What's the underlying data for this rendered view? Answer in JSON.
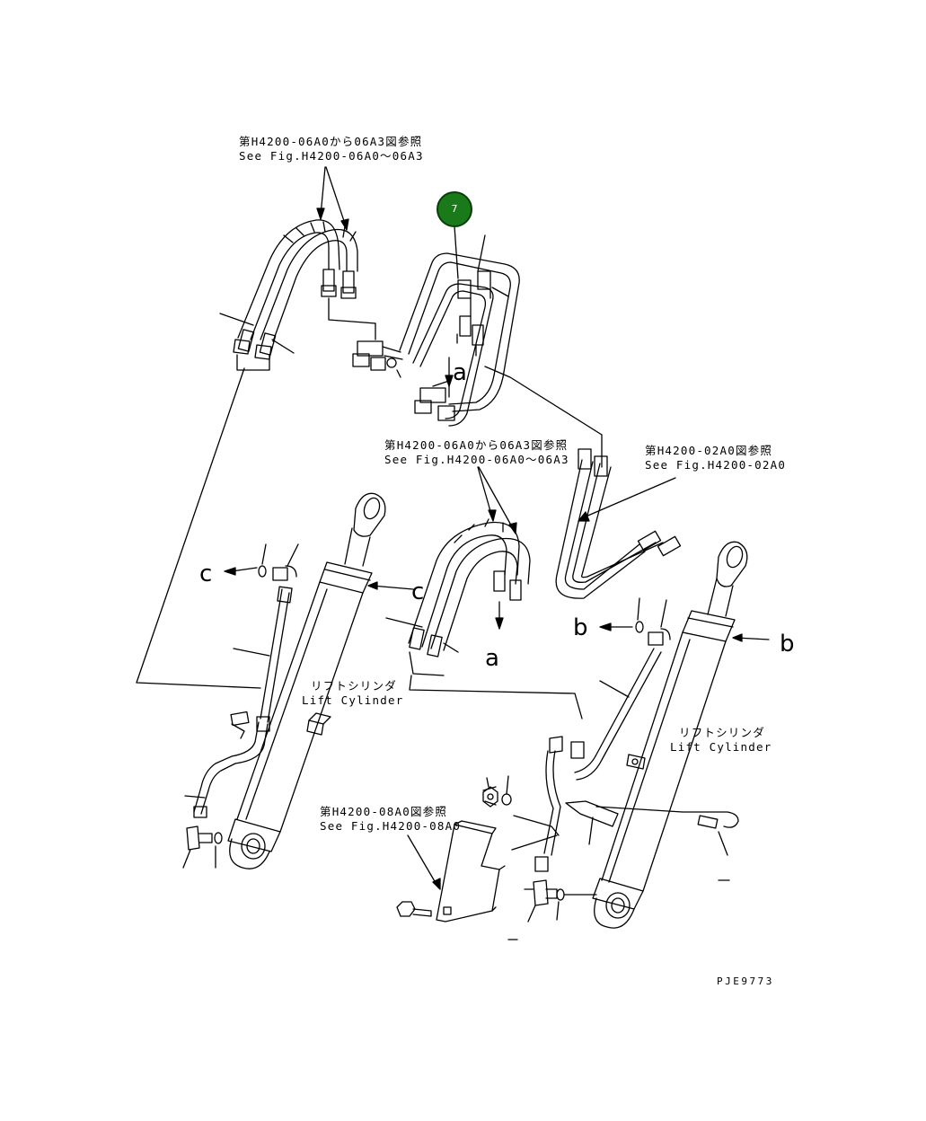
{
  "labels": {
    "ref_0603_jp_top": "第H4200-06A0から06A3図参照",
    "ref_0603_en_top": "See Fig.H4200-06A0～06A3",
    "ref_0603_jp_mid": "第H4200-06A0から06A3図参照",
    "ref_0603_en_mid": "See Fig.H4200-06A0～06A3",
    "ref_02a0_jp": "第H4200-02A0図参照",
    "ref_02a0_en": "See Fig.H4200-02A0",
    "ref_08a0_jp": "第H4200-08A0図参照",
    "ref_08a0_en": "See Fig.H4200-08A0",
    "lift_cyl_jp_left": "リフトシリンダ",
    "lift_cyl_en_left": "Lift Cylinder",
    "lift_cyl_jp_right": "リフトシリンダ",
    "lift_cyl_en_right": "Lift Cylinder",
    "letter_a_top": "a",
    "letter_a_mid": "a",
    "letter_b_left": "b",
    "letter_b_right": "b",
    "letter_c_left": "c",
    "letter_c_right": "c",
    "drawing_code": "PJE9773"
  },
  "callout": {
    "number": "7",
    "color": "#1a7a1a"
  }
}
